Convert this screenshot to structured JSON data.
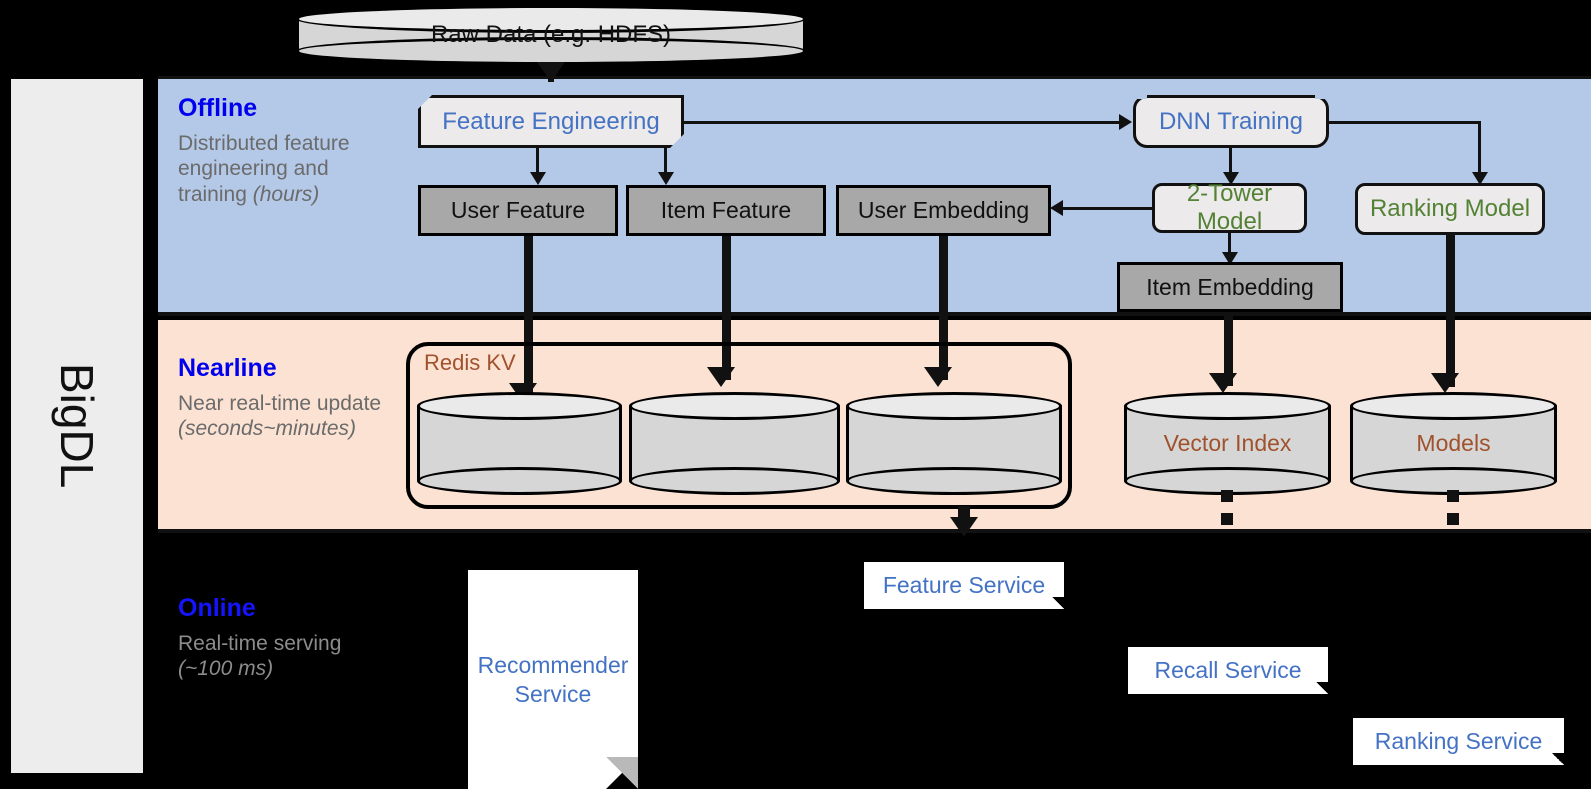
{
  "framework": {
    "name": "BigDL"
  },
  "top_source": {
    "label": "Raw Data (e.g. HDFS)"
  },
  "bands": {
    "offline": {
      "title": "Offline",
      "subtitle_main": "Distributed feature engineering and training ",
      "subtitle_italic": "(hours)",
      "bg_color": "#b4c8e8"
    },
    "nearline": {
      "title": "Nearline",
      "subtitle_main": "Near real-time update ",
      "subtitle_italic": "(seconds~minutes)",
      "bg_color": "#fbe2d3"
    },
    "online": {
      "title": "Online",
      "subtitle_main": "Real-time serving ",
      "subtitle_italic": "(~100 ms)",
      "bg_color": "#000000"
    }
  },
  "offline_nodes": {
    "feature_engineering": "Feature Engineering",
    "dnn_training": "DNN Training",
    "user_feature": "User Feature",
    "item_feature": "Item Feature",
    "user_embedding": "User Embedding",
    "two_tower_model": "2-Tower Model",
    "ranking_model": "Ranking Model",
    "item_embedding": "Item Embedding"
  },
  "nearline_nodes": {
    "redis_kv": "Redis KV",
    "kv_store_1": "",
    "kv_store_2": "",
    "kv_store_3": "",
    "vector_index": "Vector Index",
    "models": "Models"
  },
  "online_nodes": {
    "recommender_service": "Recommender Service",
    "feature_service": "Feature Service",
    "recall_service": "Recall Service",
    "ranking_service": "Ranking Service"
  },
  "colors": {
    "blue_text": "#4472c4",
    "green_text": "#548235",
    "brown_text": "#a0522d",
    "band_title": "#0000ee",
    "store_gray": "#a8a8a8"
  }
}
